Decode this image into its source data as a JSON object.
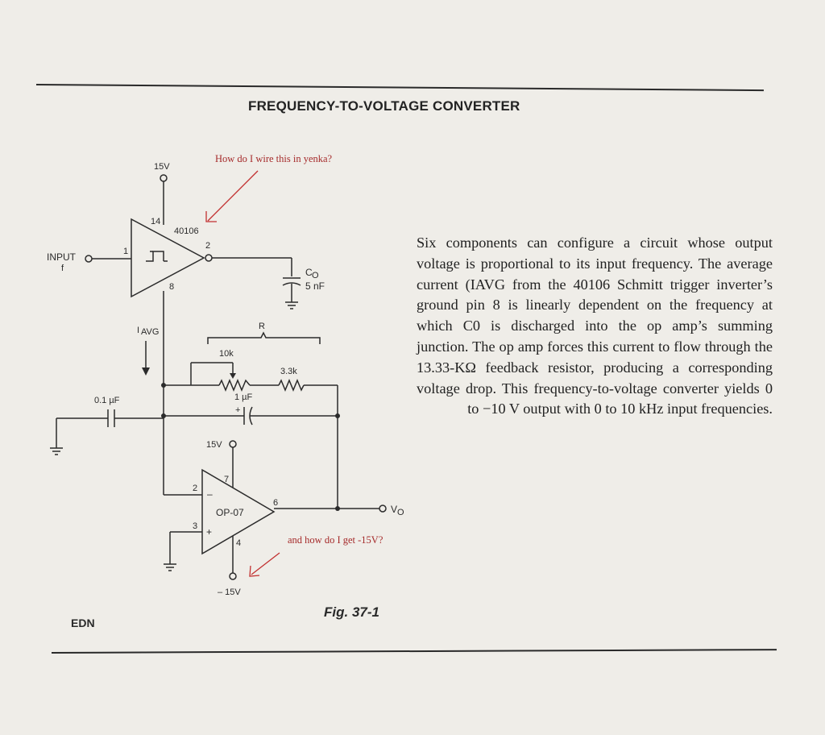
{
  "title": "FREQUENCY-TO-VOLTAGE CONVERTER",
  "figure_caption": "Fig. 37-1",
  "publisher": "EDN",
  "description": "Six components can configure a circuit whose output voltage is proportional to its input frequency. The average current (IAVG from the 40106 Schmitt trigger inverter’s ground pin 8 is linearly dependent on the frequency at which C0 is discharged into the op amp’s summing junction. The op amp forces this current to flow through the 13.33-KΩ feedback resistor, producing a corresponding voltage drop. This frequency-to-voltage converter yields 0 to −10 V output with 0 to 10 kHz input frequencies.",
  "annotations": {
    "wire_question": "How do I wire this in yenka?",
    "supply_question": "and how do I get -15V?"
  },
  "circuit": {
    "input_label": "INPUT",
    "input_sub": "f",
    "supply_top": "15V",
    "schmitt_part": "40106",
    "pin_14": "14",
    "pin_1": "1",
    "pin_2": "2",
    "pin_8": "8",
    "cap_co_name": "C",
    "cap_co_sub": "O",
    "cap_co_value": "5 nF",
    "iavg_label": "I",
    "iavg_sub": "AVG",
    "r_label": "R",
    "pot_value": "10k",
    "res_value": "3.3k",
    "cap_feedback_value": "1 µF",
    "cap_input_value": "0.1 µF",
    "plus_sign": "+",
    "opamp_supply_pos": "15V",
    "opamp_supply_neg": "– 15V",
    "opamp_part": "OP-07",
    "op_pin_7": "7",
    "op_pin_2": "2",
    "op_pin_3": "3",
    "op_pin_4": "4",
    "op_pin_6": "6",
    "op_minus": "–",
    "op_plus": "+",
    "output_name": "V",
    "output_sub": "O"
  }
}
